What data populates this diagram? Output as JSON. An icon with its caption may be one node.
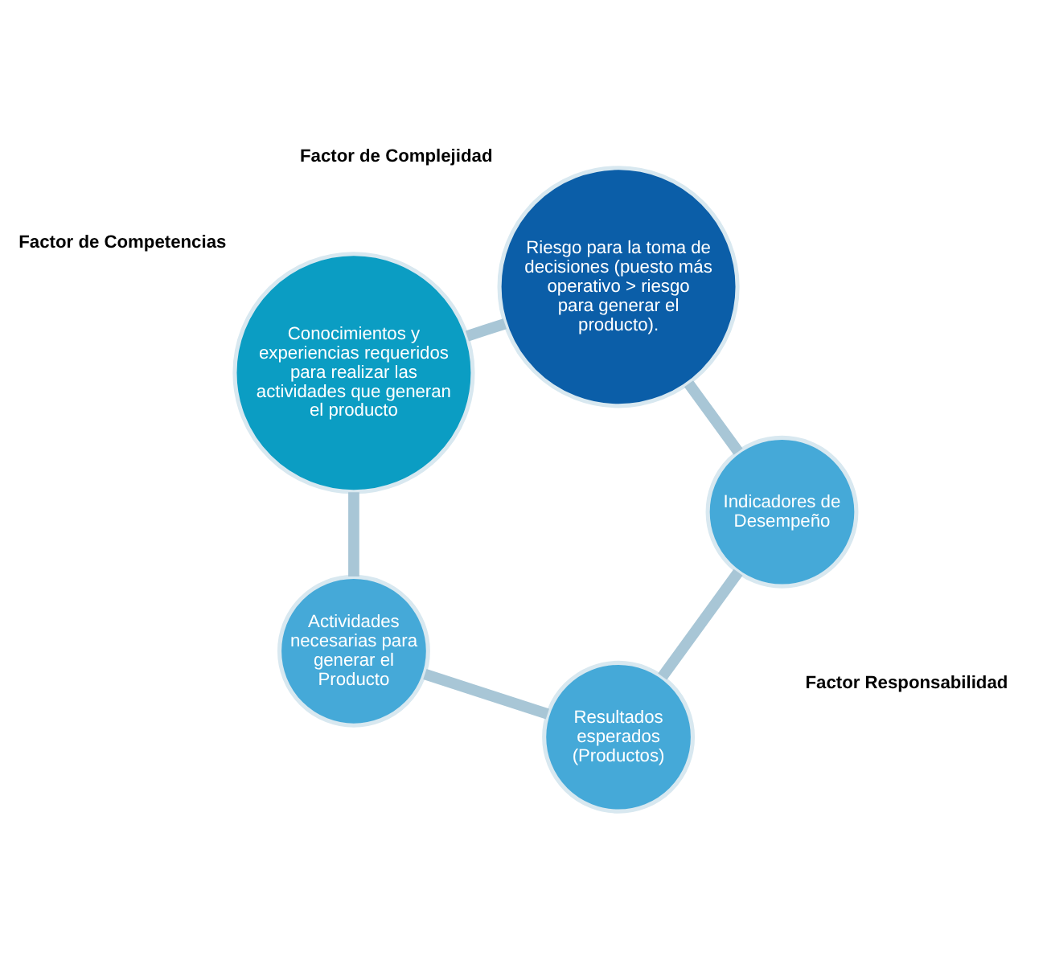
{
  "diagram": {
    "nodes": [
      {
        "text": [
          "Resultados esperados (Productos)"
        ]
      },
      {
        "text": [
          "Indicadores de Desempeño"
        ]
      },
      {
        "text": [
          "Actividades necesarias para generar el Producto"
        ]
      },
      {
        "text": [
          "Riesgo para la toma de decisiones (puesto más operativo > riesgo para generar el producto)."
        ],
        "beside": [
          "Factor de Complejidad"
        ]
      },
      {
        "text": [
          "Conocimientos y experiencias requeridos para realizar las actividades que generan el producto"
        ],
        "beside": [
          "Factor de Competencias"
        ]
      }
    ],
    "edges": [
      {
        "from": 1,
        "to": 0,
        "arrow": "none"
      },
      {
        "from": 0,
        "to": 2,
        "arrow": "none"
      },
      {
        "from": 2,
        "to": 4,
        "arrow": "none"
      },
      {
        "from": 4,
        "to": 3,
        "arrow": "none"
      },
      {
        "from": 3,
        "to": 1,
        "arrow": "none"
      }
    ],
    "labels": [
      "Factor Responsabilidad"
    ]
  }
}
